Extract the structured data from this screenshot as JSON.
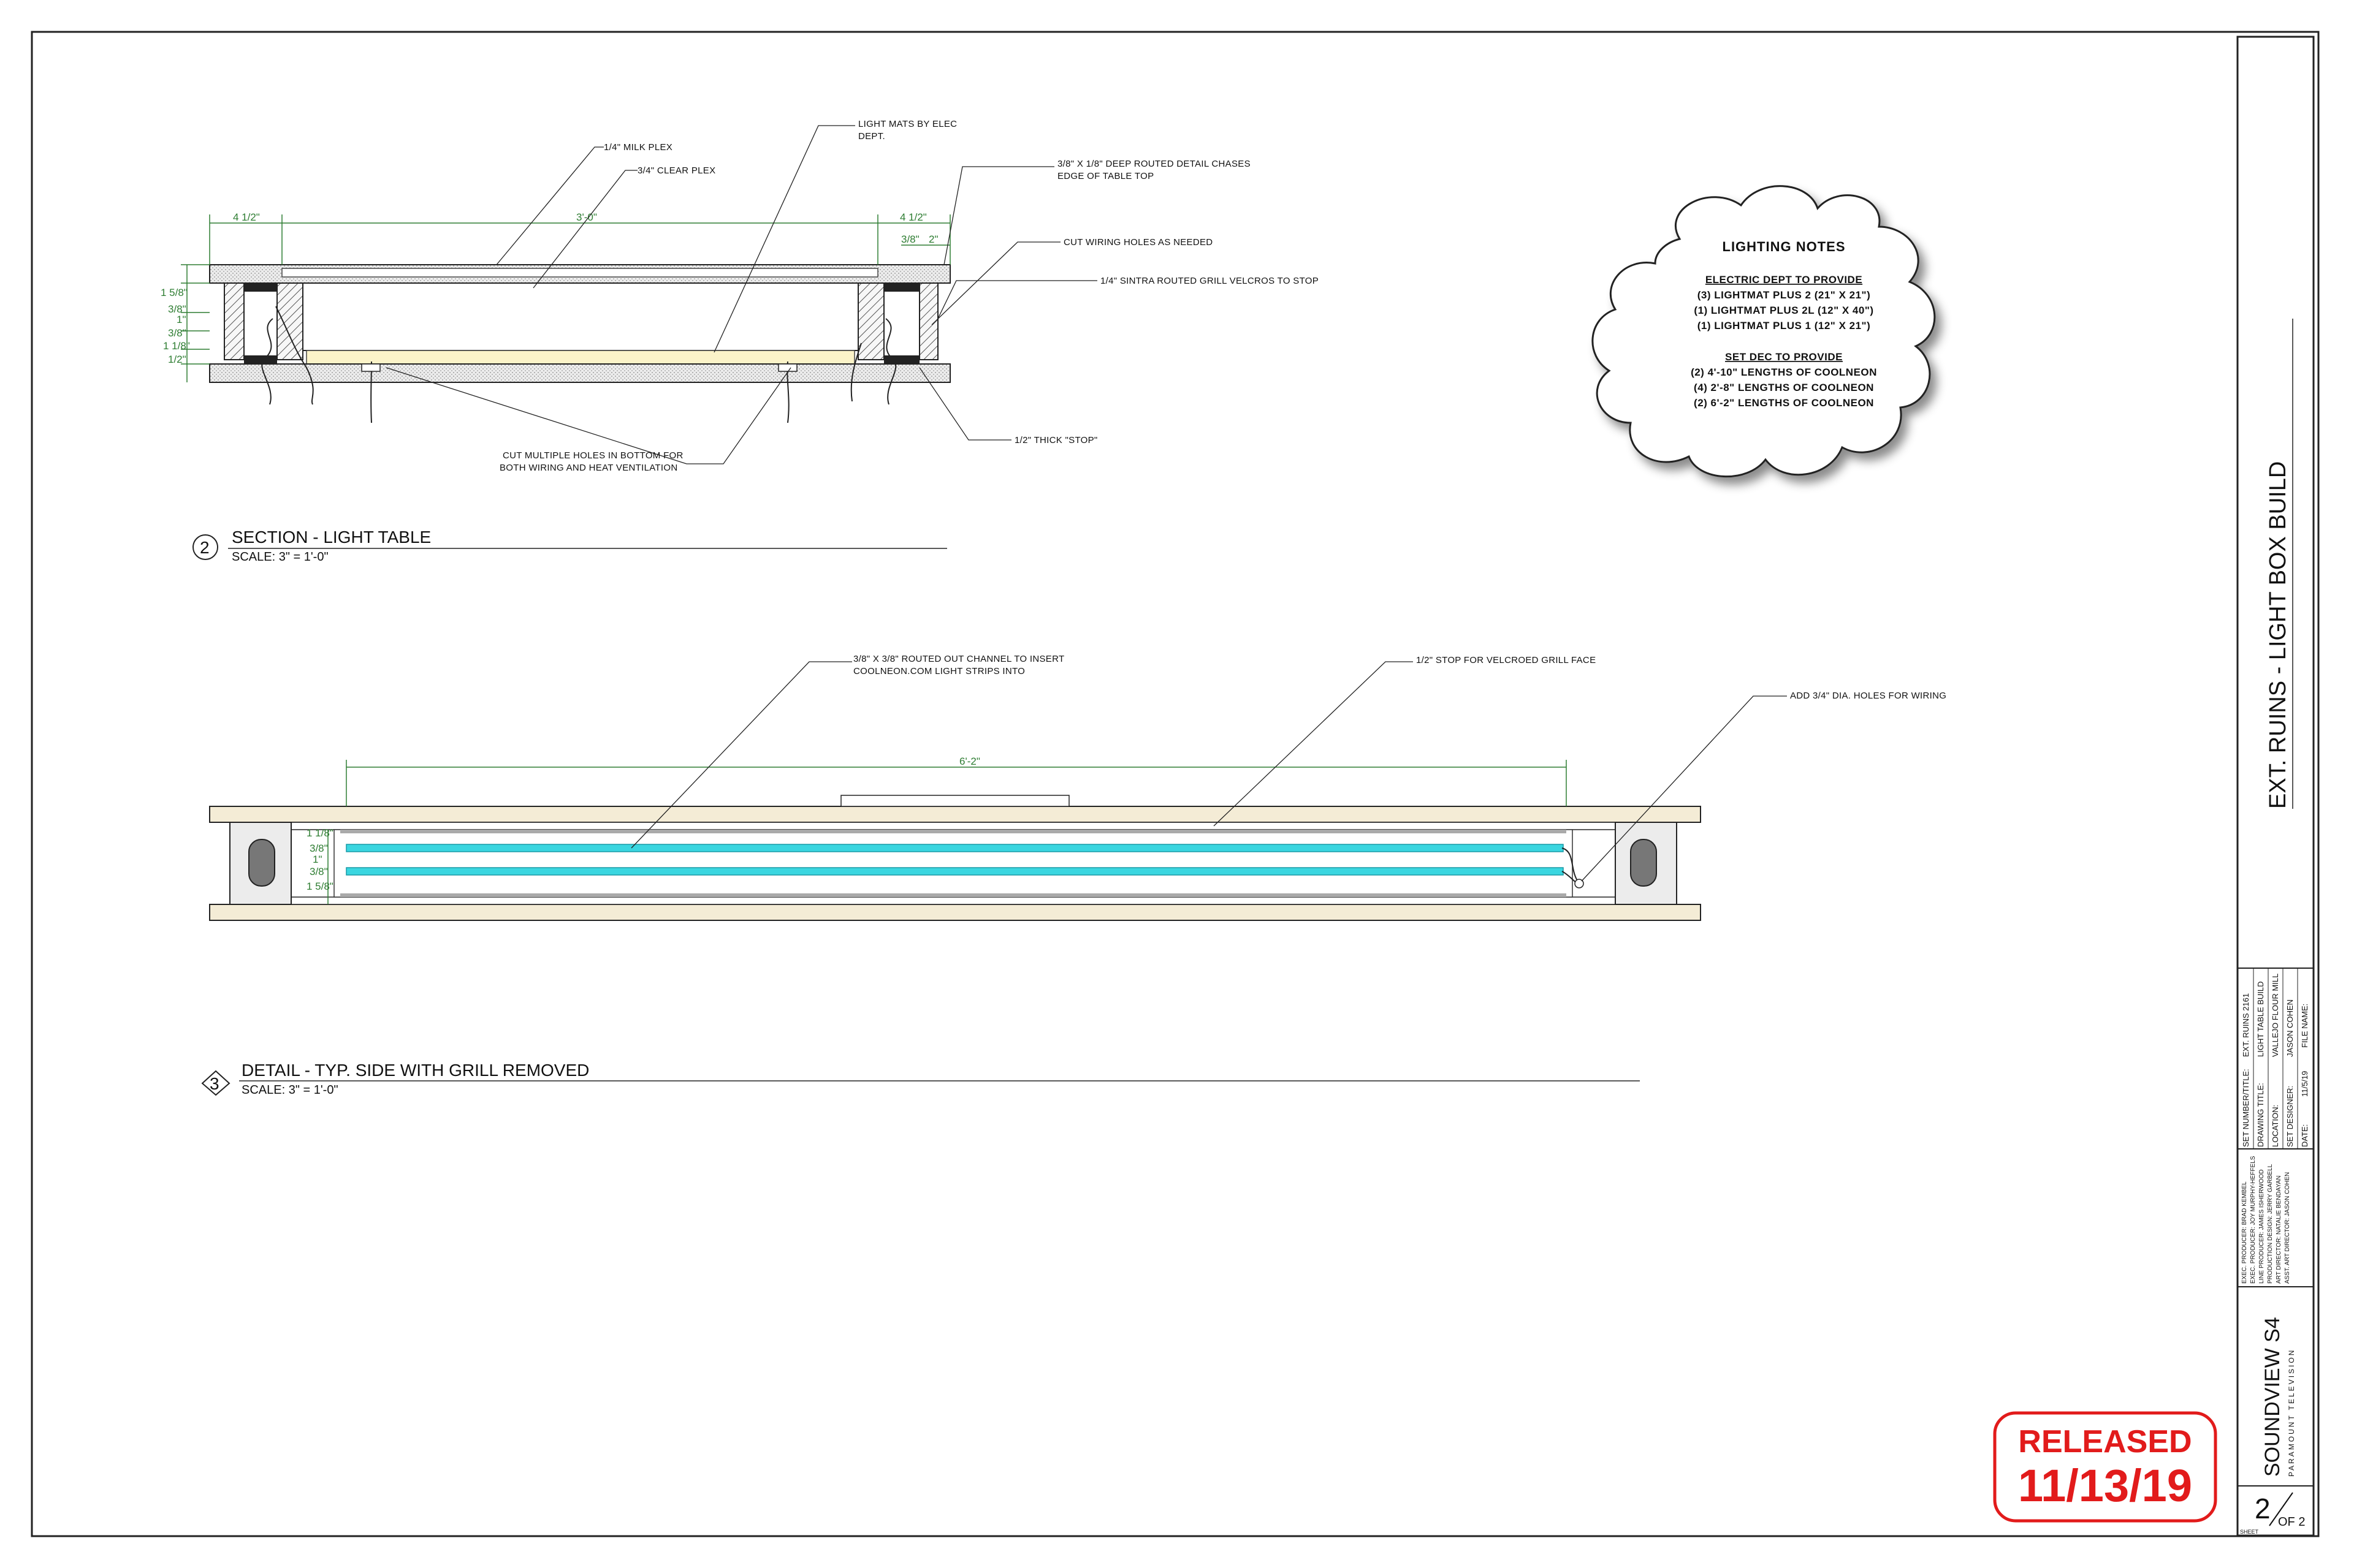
{
  "section_view": {
    "callouts": {
      "milk_plex": "1/4\" MILK PLEX",
      "clear_plex": "3/4\" CLEAR PLEX",
      "light_mats_1": "LIGHT MATS BY ELEC",
      "light_mats_2": "DEPT.",
      "routed_detail_1": "3/8\" x 1/8\" DEEP ROUTED DETAIL CHASES",
      "routed_detail_2": "EDGE OF TABLE TOP",
      "cut_wiring": "CUT WIRING HOLES AS NEEDED",
      "sintra_grill": "1/4\" SINTRA ROUTED GRILL VELCROS TO STOP",
      "cut_multiple_1": "CUT MULTIPLE HOLES IN BOTTOM FOR",
      "cut_multiple_2": "BOTH WIRING AND HEAT VENTILATION",
      "thick_stop": "1/2\" THICK \"STOP\""
    },
    "dims": {
      "left_width": "4 1/2\"",
      "span": "3'-0\"",
      "right_width": "4 1/2\"",
      "right_a": "3/8\"",
      "right_b": "2\"",
      "v1": "1 5/8\"",
      "v2": "3/8\"",
      "v3": "1\"",
      "v4": "3/8\"",
      "v5": "1 1/8\"",
      "v6": "1/2\""
    },
    "title": {
      "number": "2",
      "name": "SECTION - LIGHT TABLE",
      "scale": "SCALE: 3\" = 1'-0\""
    }
  },
  "detail_view": {
    "callouts": {
      "channel_1": "3/8\" x 3/8\" ROUTED OUT CHANNEL TO INSERT",
      "channel_2": "COOLNEON.COM LIGHT STRIPS INTO",
      "stop": "1/2\" STOP FOR VELCROED GRILL FACE",
      "holes": "ADD 3/4\" DIA. HOLES FOR WIRING"
    },
    "dims": {
      "length": "6'-2\"",
      "v1": "1 1/8\"",
      "v2": "3/8\"",
      "v3": "1\"",
      "v4": "3/8\"",
      "v5": "1 5/8\""
    },
    "title": {
      "number": "3",
      "name": "DETAIL - TYP. SIDE WITH GRILL REMOVED",
      "scale": "SCALE: 3\" = 1'-0\""
    }
  },
  "lighting_notes": {
    "heading": "LIGHTING NOTES",
    "electric_heading": "ELECTRIC DEPT TO PROVIDE",
    "electric_items": [
      "(3) LIGHTMAT PLUS 2 (21\" X 21\")",
      "(1) LIGHTMAT PLUS 2L (12\" X 40\")",
      "(1) LIGHTMAT PLUS 1 (12\" X 21\")"
    ],
    "setdec_heading": "SET DEC TO PROVIDE",
    "setdec_items": [
      "(2) 4'-10\" LENGTHS OF COOLNEON",
      "(4) 2'-8\" LENGTHS OF COOLNEON",
      "(2) 6'-2\" LENGTHS OF COOLNEON"
    ]
  },
  "title_block": {
    "drawing_title": "EXT. RUINS - LIGHT BOX BUILD",
    "set_row_label": "SET NUMBER/TITLE:",
    "set_row_value": "EXT. RUINS 2161",
    "title_row_label": "DRAWING TITLE:",
    "title_row_value": "LIGHT TABLE BUILD",
    "loc_row_label": "LOCATION:",
    "loc_row_value": "VALLEJO FLOUR MILL",
    "designer_row_label": "SET DESIGNER:",
    "designer_row_value": "JASON COHEN",
    "date_row_label": "DATE:",
    "date_row_value": "11/5/19",
    "file_label": "FILE NAME:",
    "credits": [
      "EXEC. PRODUCER: BRAD KEMBEL",
      "EXEC. PRODUCER: JOY MURPHY-HEFFELS",
      "LINE PRODUCER: JAMES ISHERWOOD",
      "PRODUCTION DESIGN: JERRY GARBELL",
      "ART DIRECTOR: NATALIE BENDAYAN",
      "ASST. ART DIRECTOR: JASON COHEN"
    ],
    "show": "SOUNDVIEW S4",
    "studio": "PARAMOUNT TELEVISION",
    "sheet_number": "2",
    "sheet_of": "OF 2",
    "sheet_label": "SHEET"
  },
  "stamp": {
    "line1": "RELEASED",
    "line2": "11/13/19",
    "color": "#e21b1b"
  },
  "colors": {
    "dimension": "#2e7d32",
    "neon": "#3ad6e0",
    "wood": "#f4ecd6",
    "lightmat": "#fbf3c8"
  }
}
